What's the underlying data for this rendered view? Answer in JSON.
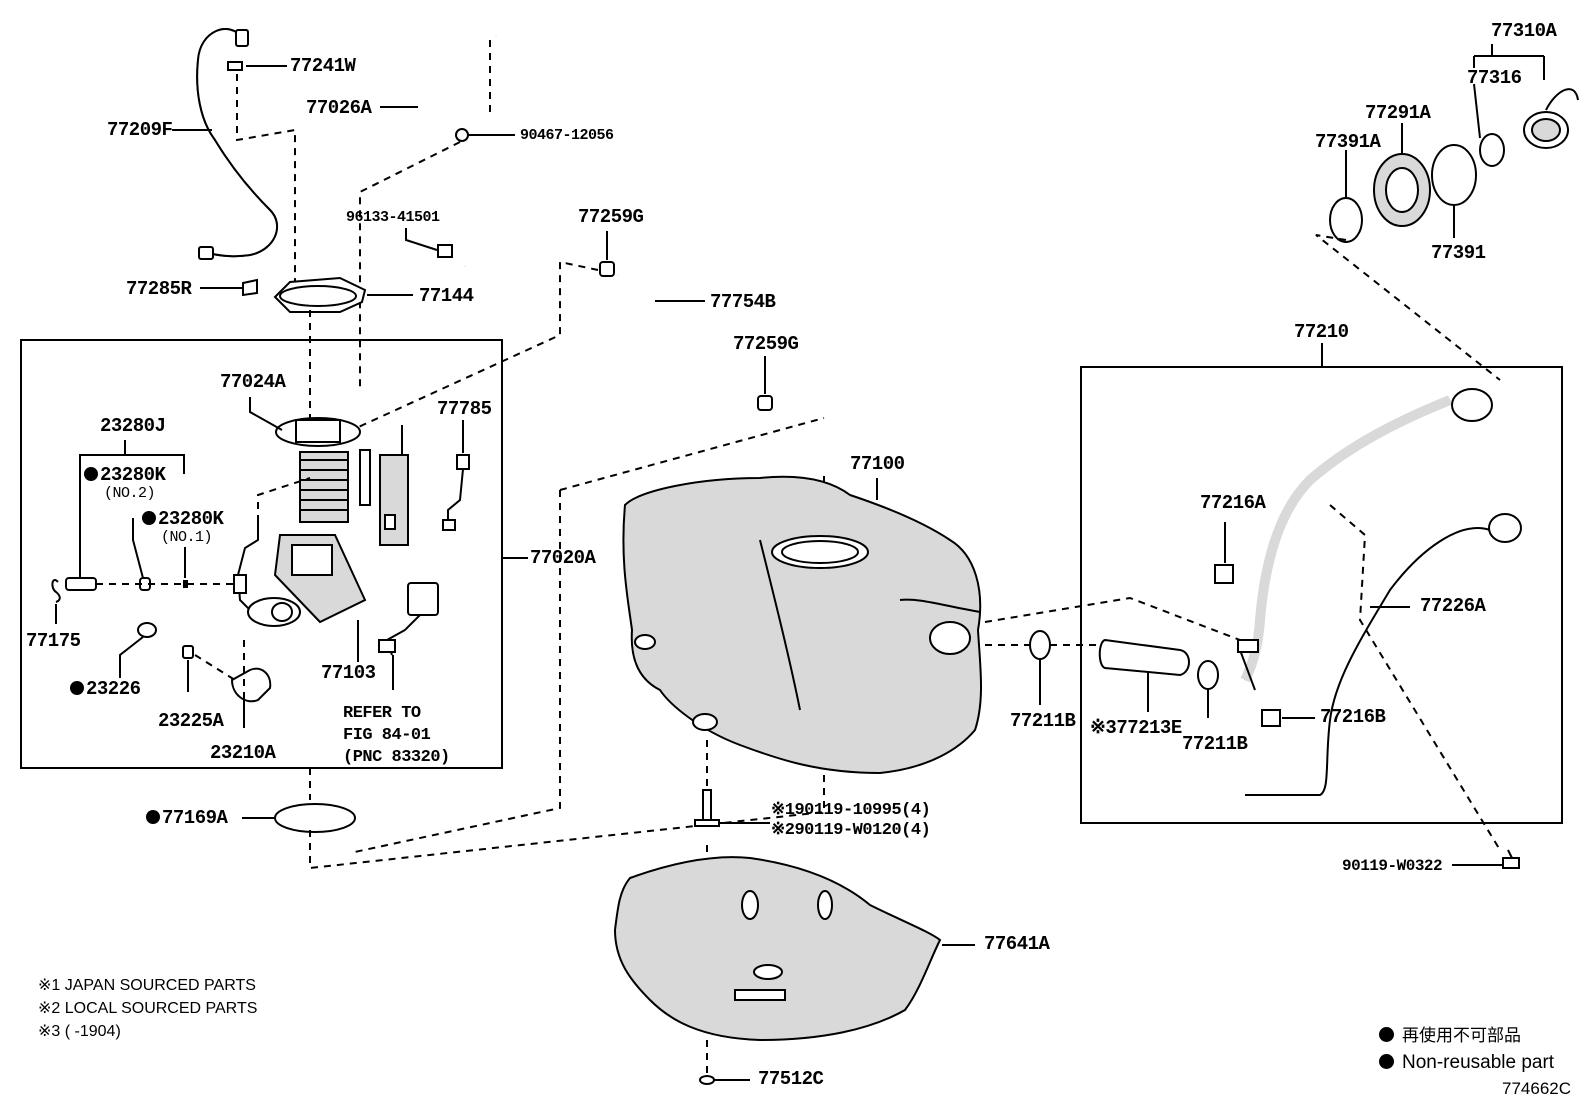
{
  "labels": {
    "p77241W": "77241W",
    "p77209F": "77209F",
    "p77026A": "77026A",
    "p90467": "90467-12056",
    "p96133": "96133-41501",
    "p77285R": "77285R",
    "p77144": "77144",
    "p77259G_top": "77259G",
    "p77754B": "77754B",
    "p77259G_mid": "77259G",
    "p77024A": "77024A",
    "p77785": "77785",
    "p23280J": "23280J",
    "p23280K_no2": "23280K",
    "no2": "(NO.2)",
    "p23280K_no1": "23280K",
    "no1": "(NO.1)",
    "p77020A": "77020A",
    "p77175": "77175",
    "p77103": "77103",
    "p23226": "23226",
    "p23225A": "23225A",
    "p23210A": "23210A",
    "refer1": "REFER TO",
    "refer2": "FIG 84-01",
    "refer3": "(PNC 83320)",
    "p77169A": "77169A",
    "p77100": "77100",
    "bolt1": "※190119-10995(4)",
    "bolt2": "※290119-W0120(4)",
    "p77641A": "77641A",
    "p77512C": "77512C",
    "p77310A": "77310A",
    "p77316": "77316",
    "p77291A": "77291A",
    "p77391A": "77391A",
    "p77391": "77391",
    "p77210": "77210",
    "p77216A": "77216A",
    "p77226A": "77226A",
    "p77211B_left": "77211B",
    "p77213E": "※377213E",
    "p77211B_right": "77211B",
    "p77216B": "77216B",
    "p90119W0322": "90119-W0322"
  },
  "footnotes": {
    "note1": "※1 JAPAN SOURCED PARTS",
    "note2": "※2 LOCAL SOURCED PARTS",
    "note3": "※3 (      -1904)"
  },
  "legend": {
    "jp": "再使用不可部品",
    "en": "Non-reusable part"
  },
  "figure_id": "774662C",
  "colors": {
    "ink": "#000000",
    "shade": "#d9d9d9",
    "background": "#ffffff"
  }
}
